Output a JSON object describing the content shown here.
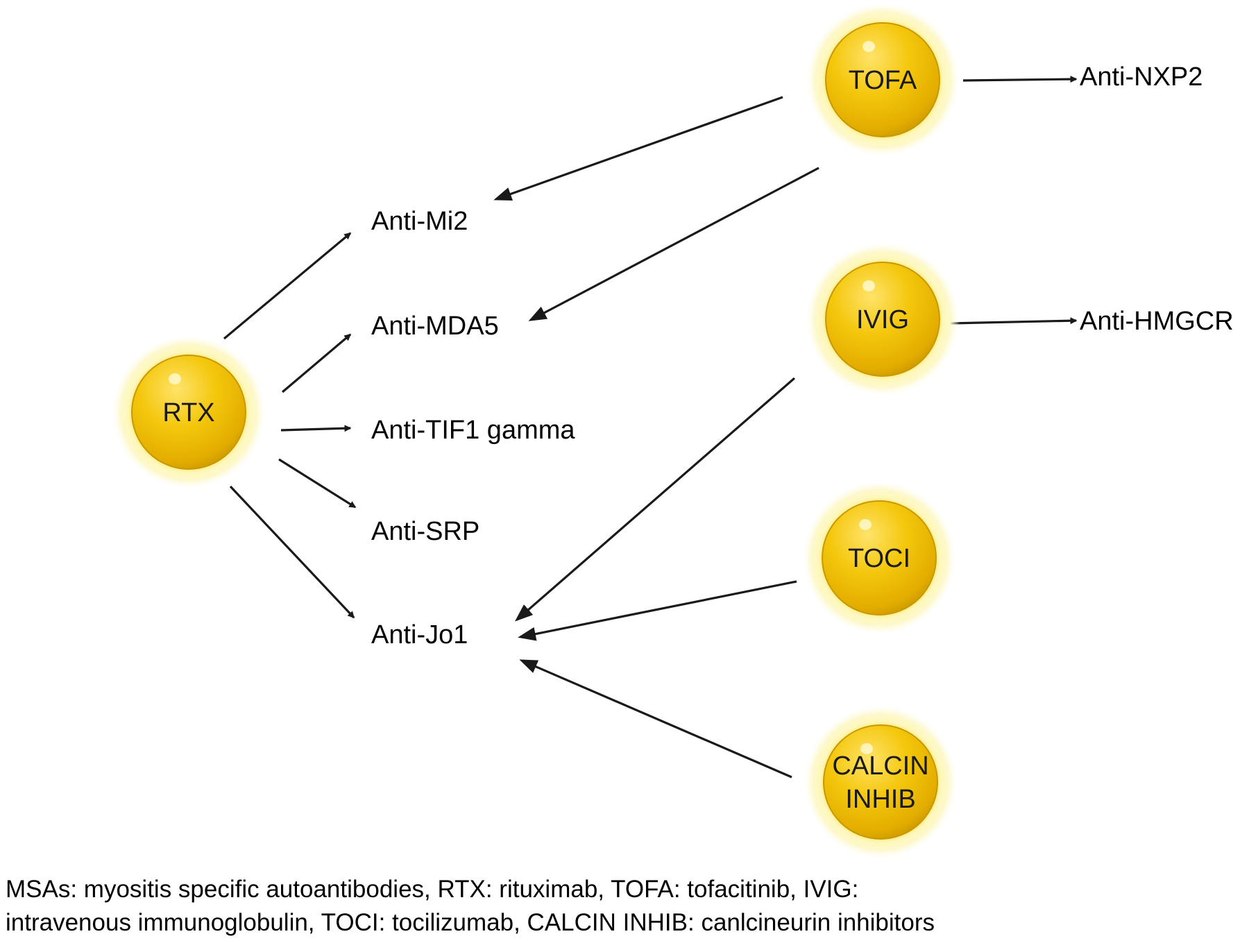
{
  "drugs": [
    {
      "id": "rtx",
      "lines": [
        "RTX"
      ]
    },
    {
      "id": "tofa",
      "lines": [
        "TOFA"
      ]
    },
    {
      "id": "ivig",
      "lines": [
        "IVIG"
      ]
    },
    {
      "id": "toci",
      "lines": [
        "TOCI"
      ]
    },
    {
      "id": "calcin",
      "lines": [
        "CALCIN",
        "INHIB"
      ]
    }
  ],
  "targets": [
    {
      "id": "mi2",
      "label": "Anti-Mi2"
    },
    {
      "id": "mda5",
      "label": "Anti-MDA5"
    },
    {
      "id": "tif1",
      "label": "Anti-TIF1 gamma"
    },
    {
      "id": "srp",
      "label": "Anti-SRP"
    },
    {
      "id": "jo1",
      "label": "Anti-Jo1"
    },
    {
      "id": "nxp2",
      "label": "Anti-NXP2"
    },
    {
      "id": "hmgcr",
      "label": "Anti-HMGCR"
    }
  ],
  "edges": [
    {
      "from": "rtx",
      "to": "mi2"
    },
    {
      "from": "rtx",
      "to": "mda5"
    },
    {
      "from": "rtx",
      "to": "tif1"
    },
    {
      "from": "rtx",
      "to": "srp"
    },
    {
      "from": "rtx",
      "to": "jo1"
    },
    {
      "from": "tofa",
      "to": "mi2"
    },
    {
      "from": "tofa",
      "to": "mda5"
    },
    {
      "from": "tofa",
      "to": "nxp2"
    },
    {
      "from": "ivig",
      "to": "hmgcr"
    },
    {
      "from": "ivig",
      "to": "jo1"
    },
    {
      "from": "toci",
      "to": "jo1"
    },
    {
      "from": "calcin",
      "to": "jo1"
    }
  ],
  "legend": {
    "line1": "MSAs: myositis specific autoantibodies, RTX: rituximab, TOFA: tofacitinib, IVIG:",
    "line2": "intravenous immunoglobulin, TOCI: tocilizumab, CALCIN INHIB: canlcineurin inhibitors"
  },
  "colors": {
    "node_fill": "#f0c300",
    "node_highlight": "#ffe98a",
    "node_edge": "#c99700",
    "halo": "#fdf6b6",
    "arrow": "#1a1a1a"
  }
}
